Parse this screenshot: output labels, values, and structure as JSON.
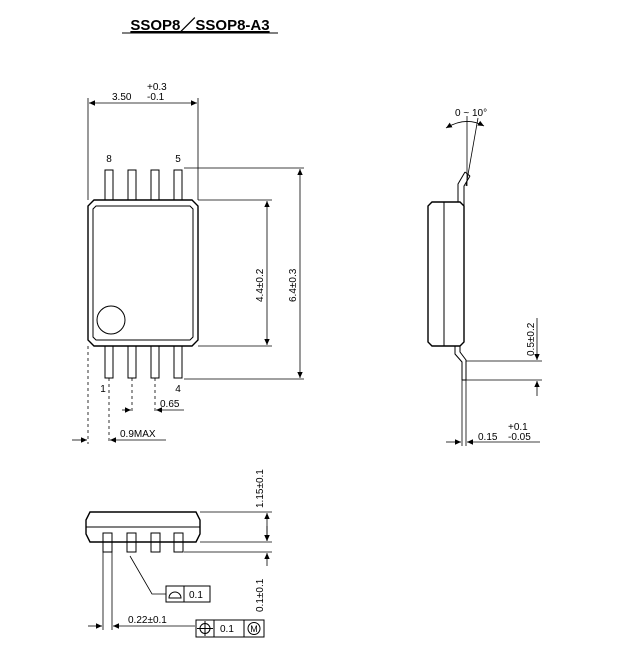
{
  "title": "SSOP8／SSOP8-A3",
  "top_view": {
    "width_nominal": "3.50",
    "width_tol_plus": "+0.3",
    "width_tol_minus": "-0.1",
    "pin_8": "8",
    "pin_5": "5",
    "pin_1": "1",
    "pin_4": "4",
    "body_length": "4.4±0.2",
    "overall_length": "6.4±0.3",
    "pitch": "0.65",
    "max_overhang": "0.9MAX"
  },
  "side_view": {
    "angle": "0 ~ 10°",
    "standoff": "0.5±0.2",
    "lead_thickness_nominal": "0.15",
    "lead_tol_plus": "+0.1",
    "lead_tol_minus": "-0.05"
  },
  "front_view": {
    "height": "1.15±0.1",
    "clearance": "0.1±0.1",
    "lead_width": "0.22±0.1",
    "flatness_value": "0.1",
    "position_value": "0.1",
    "material_modifier": "M"
  }
}
